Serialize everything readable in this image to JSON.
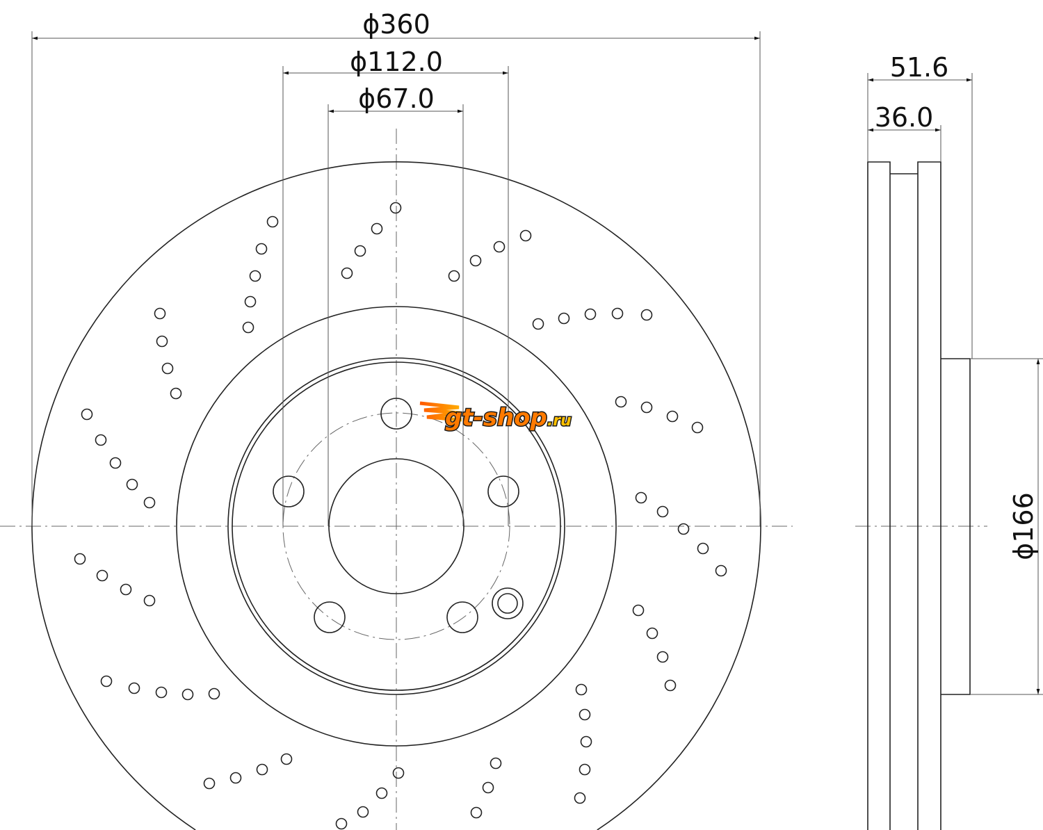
{
  "dimensions": {
    "outer_diameter": "ϕ360",
    "bolt_circle_diameter": "ϕ112.0",
    "center_bore_diameter": "ϕ67.0",
    "total_height": "51.6",
    "disc_thickness": "36.0",
    "hat_diameter": "ϕ166"
  },
  "watermark": {
    "text_main": "gt-shop",
    "text_suffix": ".ru",
    "color_main": "#ffc000",
    "color_accent": "#ff7a00"
  }
}
